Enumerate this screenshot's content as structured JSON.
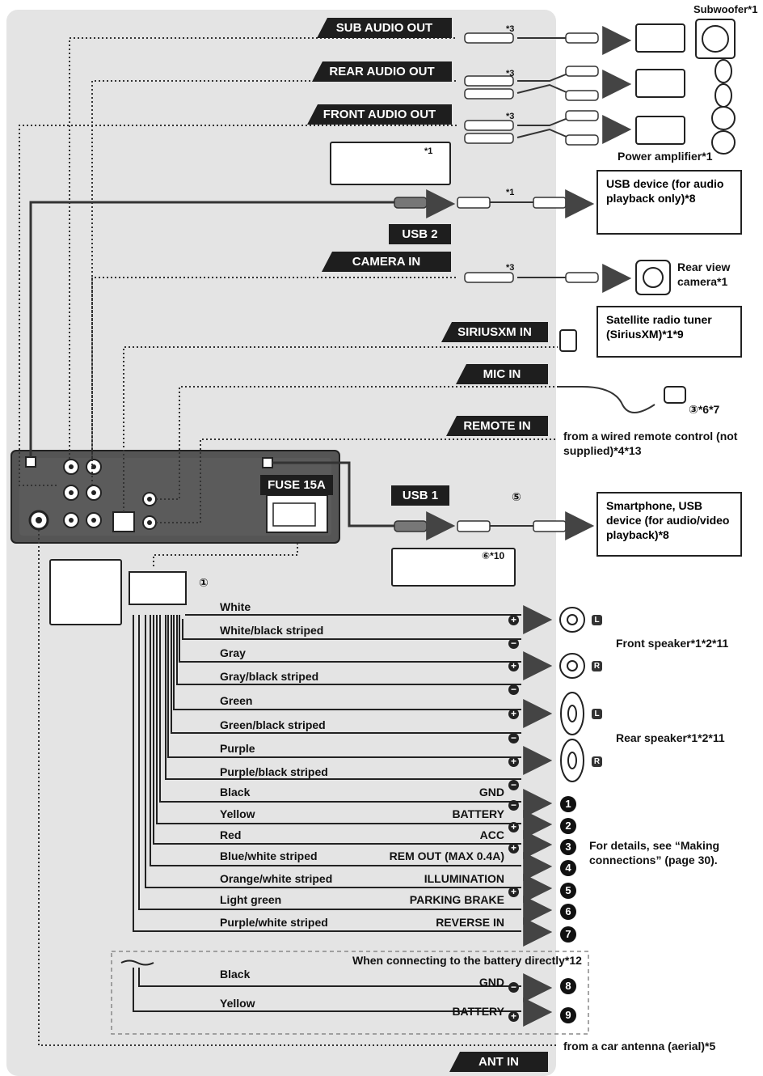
{
  "tags": {
    "sub_audio_out": "SUB AUDIO OUT",
    "rear_audio_out": "REAR AUDIO OUT",
    "front_audio_out": "FRONT AUDIO OUT",
    "usb2": "USB 2",
    "camera_in": "CAMERA IN",
    "siriusxm_in": "SIRIUSXM IN",
    "mic_in": "MIC IN",
    "remote_in": "REMOTE IN",
    "fuse": "FUSE 15A",
    "usb1": "USB 1",
    "ant_in": "ANT IN"
  },
  "devices": {
    "subwoofer": "Subwoofer*1",
    "power_amplifier": "Power amplifier*1",
    "usb_audio": "USB device (for audio playback only)*8",
    "rear_camera": "Rear view camera*1",
    "sat_tuner": "Satellite radio tuner (SiriusXM)*1*9",
    "mic_note": "③*6*7",
    "wired_remote": "from a wired remote control (not supplied)*4*13",
    "smartphone": "Smartphone, USB device (for audio/video playback)*8",
    "front_speaker": "Front speaker*1*2*11",
    "rear_speaker": "Rear speaker*1*2*11",
    "details": "For details, see “Making connections” (page 30).",
    "battery_direct": "When connecting to the battery directly*12",
    "antenna": "from a car antenna (aerial)*5"
  },
  "notes": {
    "star3": "*3",
    "star1": "*1",
    "circ1": "①",
    "circ5": "⑤",
    "circ6": "⑥*10"
  },
  "wires": [
    {
      "name": "White",
      "func": "",
      "pol": "+",
      "end": "L"
    },
    {
      "name": "White/black striped",
      "func": "",
      "pol": "−",
      "end": ""
    },
    {
      "name": "Gray",
      "func": "",
      "pol": "+",
      "end": "R"
    },
    {
      "name": "Gray/black striped",
      "func": "",
      "pol": "−",
      "end": ""
    },
    {
      "name": "Green",
      "func": "",
      "pol": "+",
      "end": "L"
    },
    {
      "name": "Green/black striped",
      "func": "",
      "pol": "−",
      "end": ""
    },
    {
      "name": "Purple",
      "func": "",
      "pol": "+",
      "end": "R"
    },
    {
      "name": "Purple/black striped",
      "func": "",
      "pol": "−",
      "end": ""
    },
    {
      "name": "Black",
      "func": "GND",
      "pol": "−",
      "end": "1"
    },
    {
      "name": "Yellow",
      "func": "BATTERY",
      "pol": "+",
      "end": "2"
    },
    {
      "name": "Red",
      "func": "ACC",
      "pol": "+",
      "end": "3"
    },
    {
      "name": "Blue/white striped",
      "func": "REM OUT (MAX 0.4A)",
      "pol": "",
      "end": "4"
    },
    {
      "name": "Orange/white striped",
      "func": "ILLUMINATION",
      "pol": "+",
      "end": "5"
    },
    {
      "name": "Light green",
      "func": "PARKING BRAKE",
      "pol": "",
      "end": "6"
    },
    {
      "name": "Purple/white striped",
      "func": "REVERSE IN",
      "pol": "",
      "end": "7"
    }
  ],
  "battery_wires": [
    {
      "name": "Black",
      "func": "GND",
      "pol": "−",
      "end": "8"
    },
    {
      "name": "Yellow",
      "func": "BATTERY",
      "pol": "+",
      "end": "9"
    }
  ],
  "colors": {
    "panel": "#e4e4e4",
    "unit": "#555555",
    "label_bg": "#1e1e1e"
  }
}
